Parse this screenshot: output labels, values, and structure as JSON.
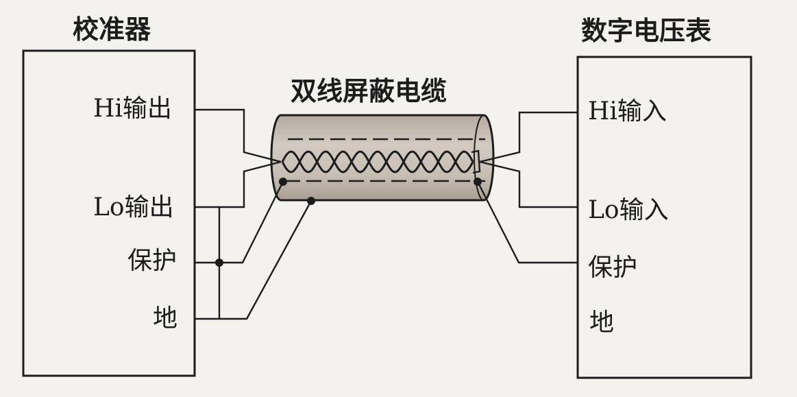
{
  "calibrator": {
    "title": "校准器",
    "hi_out": "Hi输出",
    "lo_out": "Lo输出",
    "guard": "保护",
    "ground": "地"
  },
  "voltmeter": {
    "title": "数字电压表",
    "hi_in": "Hi输入",
    "lo_in": "Lo输入",
    "guard": "保护",
    "ground": "地"
  },
  "cable": {
    "title": "双线屏蔽电缆",
    "fill_color": "#c4bbb1"
  }
}
